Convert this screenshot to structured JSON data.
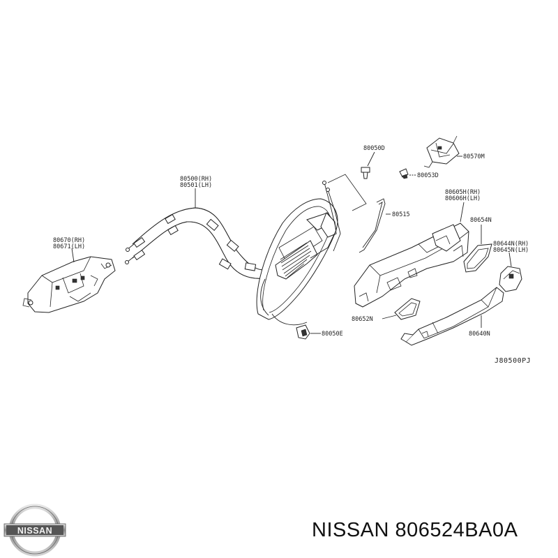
{
  "title": "NISSAN 806524BA0A",
  "logo_text": "NISSAN",
  "diagram_code": "J80500PJ",
  "parts": {
    "p80050d": "80050D",
    "p80570m": "80570M",
    "p80053d": "80053D",
    "p80500rh": "80500(RH)",
    "p80501lh": "80501(LH)",
    "p80515": "80515",
    "p80605h": "80605H(RH)",
    "p80606h": "80606H(LH)",
    "p80654n": "80654N",
    "p80670rh": "80670(RH)",
    "p80671lh": "80671(LH)",
    "p80644n": "80644N(RH)",
    "p80645n": "80645N(LH)",
    "p80652n": "80652N",
    "p80640n": "80640N",
    "p80050e": "80050E"
  }
}
